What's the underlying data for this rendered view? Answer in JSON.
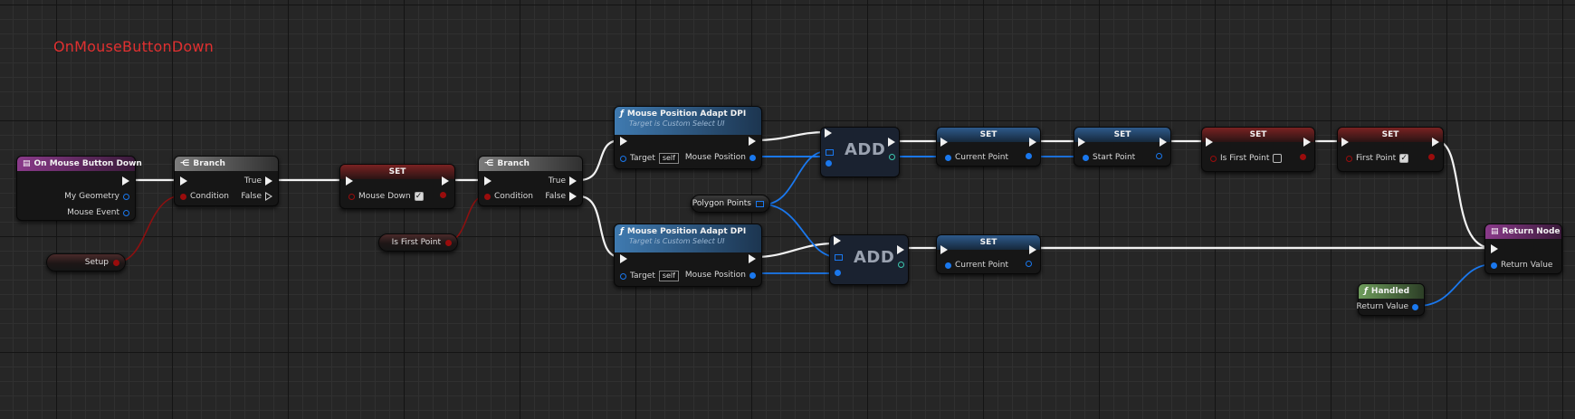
{
  "comment": "OnMouseButtonDown",
  "nodes": {
    "event": {
      "title": "On Mouse Button Down",
      "pins": [
        "My Geometry",
        "Mouse Event"
      ]
    },
    "branch1": {
      "title": "Branch",
      "condition": "Condition",
      "true": "True",
      "false": "False"
    },
    "setup": {
      "label": "Setup"
    },
    "set_mouse_down": {
      "title": "SET",
      "pin": "Mouse Down",
      "checked": true
    },
    "is_first_point": {
      "label": "Is First Point"
    },
    "branch2": {
      "title": "Branch",
      "condition": "Condition",
      "true": "True",
      "false": "False"
    },
    "mp1": {
      "title": "Mouse Position Adapt DPI",
      "subtitle": "Target is Custom Select UI",
      "target": "Target",
      "self": "self",
      "output": "Mouse Position"
    },
    "mp2": {
      "title": "Mouse Position Adapt DPI",
      "subtitle": "Target is Custom Select UI",
      "target": "Target",
      "self": "self",
      "output": "Mouse Position"
    },
    "polygon_points": {
      "label": "Polygon Points"
    },
    "add1": {
      "label": "ADD"
    },
    "add2": {
      "label": "ADD"
    },
    "set_cp1": {
      "title": "SET",
      "pin": "Current Point"
    },
    "set_sp": {
      "title": "SET",
      "pin": "Start Point"
    },
    "set_ifp": {
      "title": "SET",
      "pin": "Is First Point",
      "checked": false
    },
    "set_fp": {
      "title": "SET",
      "pin": "First Point",
      "checked": true
    },
    "set_cp2": {
      "title": "SET",
      "pin": "Current Point"
    },
    "return": {
      "title": "Return Node",
      "pin": "Return Value"
    },
    "handled": {
      "title": "Handled",
      "pin": "Return Value"
    }
  },
  "colors": {
    "exec": "#f0f0f0",
    "bool": "#9a0c0c",
    "struct": "#1a78ee",
    "comment": "#e03030"
  },
  "icons": {
    "event": "event-icon",
    "branch": "branch-icon",
    "function": "function-icon",
    "return": "return-icon"
  }
}
